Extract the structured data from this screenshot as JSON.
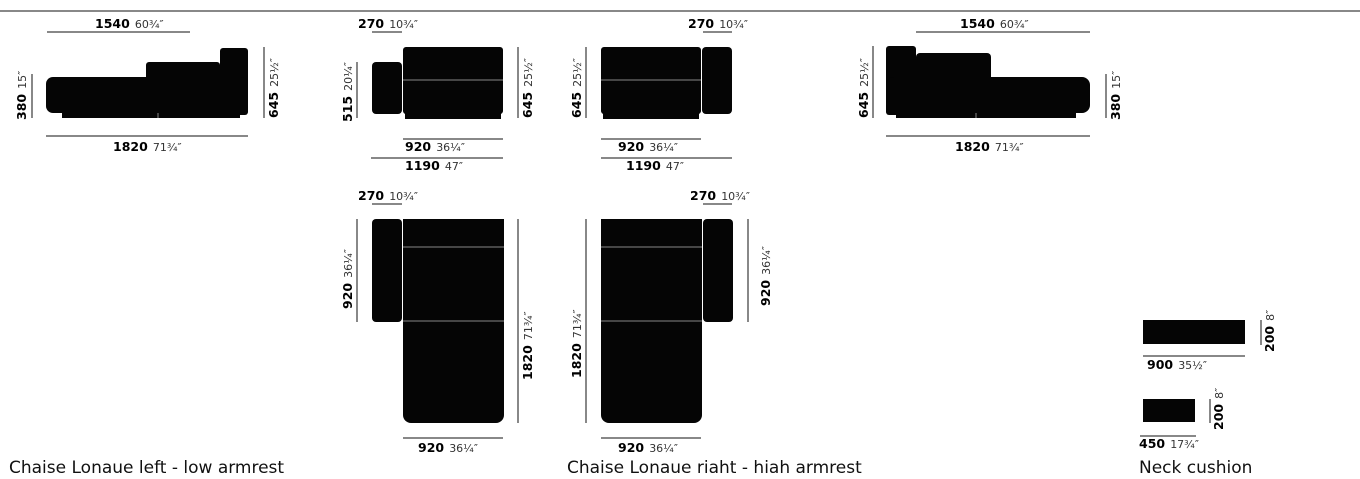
{
  "captions": {
    "left": "Chaise Lonaue left - low armrest",
    "right": "Chaise Lonaue riaht - hiah armrest",
    "cushion": "Neck cushion"
  },
  "colors": {
    "upholstery": "#050505",
    "dimension_line": "#111111",
    "seam": "#888888"
  },
  "dims": {
    "d1540a": {
      "mm": "1540",
      "in": "60¾″"
    },
    "d1820a": {
      "mm": "1820",
      "in": "71¾″"
    },
    "d380a": {
      "mm": "380",
      "in": "15″"
    },
    "d645a": {
      "mm": "645",
      "in": "25½″"
    },
    "d270a": {
      "mm": "270",
      "in": "10¾″"
    },
    "d515": {
      "mm": "515",
      "in": "20¼″"
    },
    "d645b": {
      "mm": "645",
      "in": "25½″"
    },
    "d920a": {
      "mm": "920",
      "in": "36¼″"
    },
    "d1190a": {
      "mm": "1190",
      "in": "47″"
    },
    "d270b": {
      "mm": "270",
      "in": "10¾″"
    },
    "d645c": {
      "mm": "645",
      "in": "25½″"
    },
    "d920b": {
      "mm": "920",
      "in": "36¼″"
    },
    "d1190b": {
      "mm": "1190",
      "in": "47″"
    },
    "d1540b": {
      "mm": "1540",
      "in": "60¾″"
    },
    "d645d": {
      "mm": "645",
      "in": "25½″"
    },
    "d380b": {
      "mm": "380",
      "in": "15″"
    },
    "d1820b": {
      "mm": "1820",
      "in": "71¾″"
    },
    "d270c": {
      "mm": "270",
      "in": "10¾″"
    },
    "d920c": {
      "mm": "920",
      "in": "36¼″"
    },
    "d1820c": {
      "mm": "1820",
      "in": "71¾″"
    },
    "d920d": {
      "mm": "920",
      "in": "36¼″"
    },
    "d270d": {
      "mm": "270",
      "in": "10¾″"
    },
    "d1820d": {
      "mm": "1820",
      "in": "71¾″"
    },
    "d920e": {
      "mm": "920",
      "in": "36¼″"
    },
    "d920f": {
      "mm": "920",
      "in": "36¼″"
    },
    "d900": {
      "mm": "900",
      "in": "35½″"
    },
    "d200a": {
      "mm": "200",
      "in": "8″"
    },
    "d450": {
      "mm": "450",
      "in": "17¾″"
    },
    "d200b": {
      "mm": "200",
      "in": "8″"
    }
  }
}
